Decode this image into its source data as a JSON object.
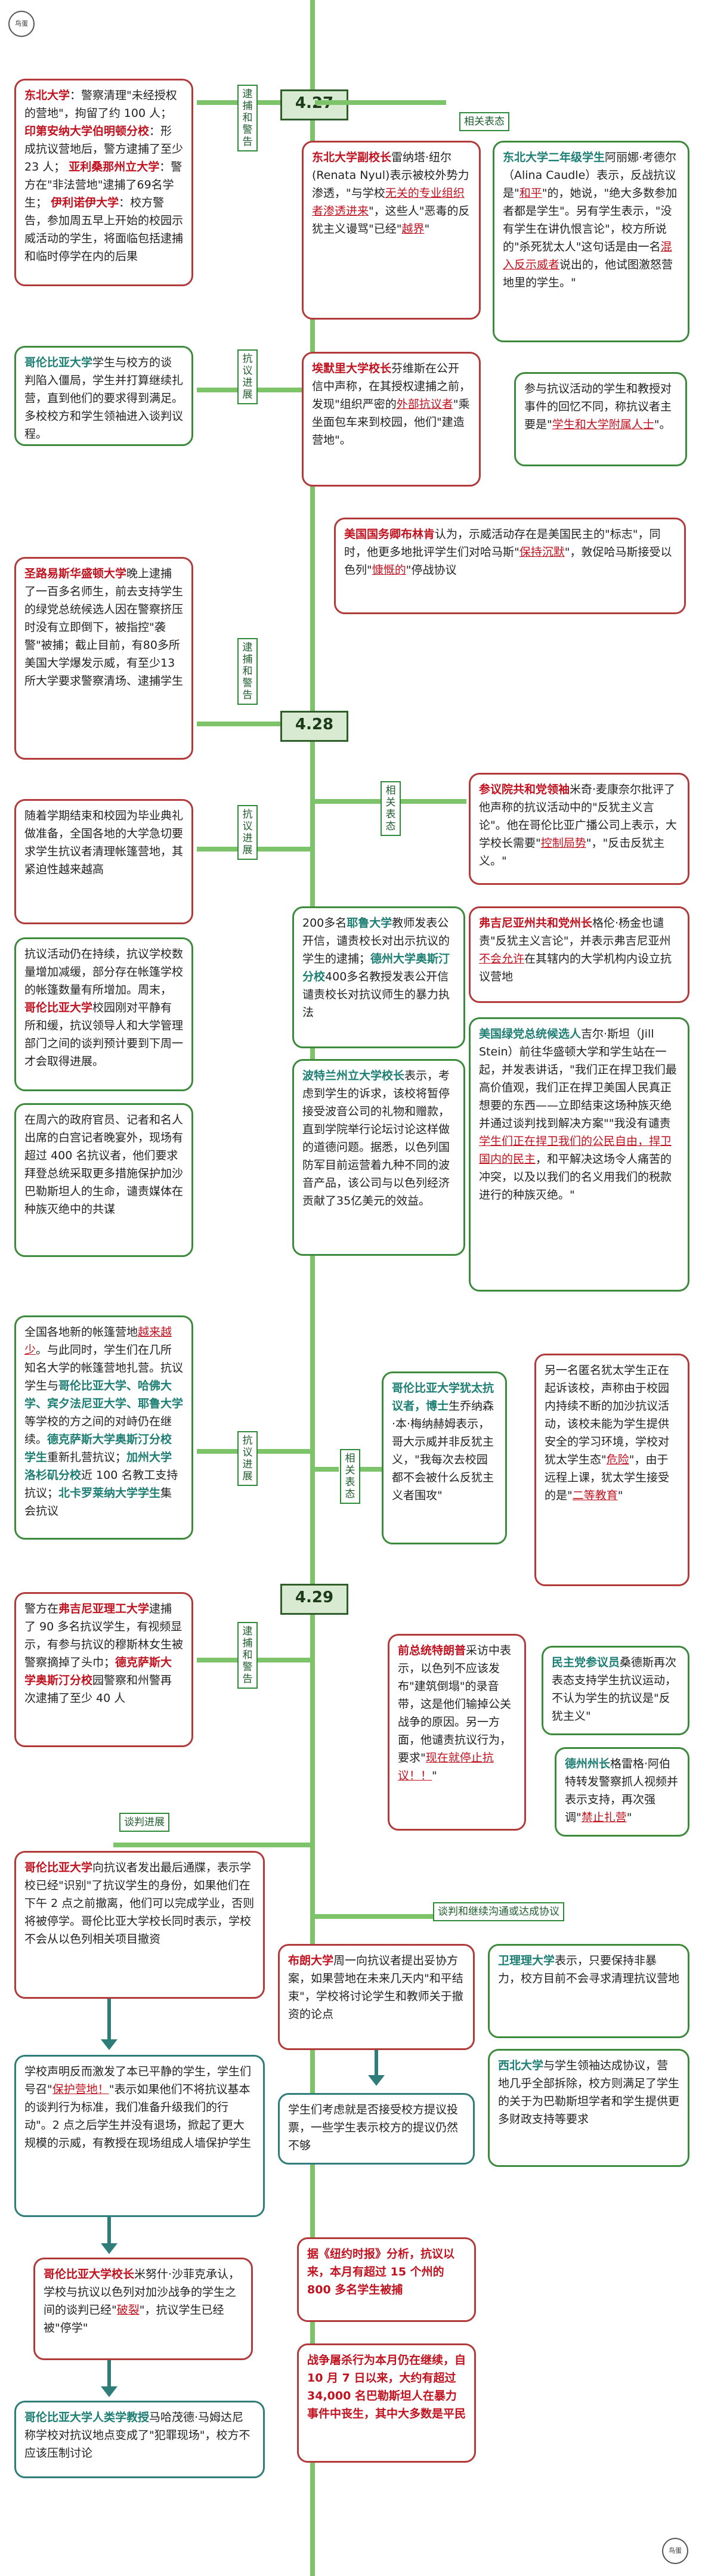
{
  "dates": [
    "4.27",
    "4.28",
    "4.29"
  ],
  "tags": {
    "arrest1": "逮捕和警告",
    "related1": "相关表态",
    "protest1": "抗议进展",
    "arrest2": "逮捕和警告",
    "related2": "相关表态",
    "protest2": "抗议进展",
    "protest3": "抗议进展",
    "related3": "相关表态",
    "arrest3": "逮捕和警告",
    "protest4": "谈判进展",
    "negotiate": "谈判和继续沟通或达成协议"
  },
  "boxes": {
    "b1": {
      "s1": "东北大学",
      "t1": "：警察清理\"未经授权的营地\"，拘留了约 100 人；",
      "s2": "印第安纳大学伯明顿分校",
      "t2": "：形成抗议营地后，警方逮捕了至少 23 人；",
      "s3": "亚利桑那州立大学",
      "t3": "：警方在\"非法营地\"逮捕了69名学生；",
      "s4": "伊利诺伊大学",
      "t4": "：校方警告，参加周五早上开始的校园示威活动的学生，将面临包括逮捕和临时停学在内的后果"
    },
    "b2": {
      "s1": "东北大学副校长",
      "t1": "雷纳塔·纽尔(Renata Nyul)表示被校外势力渗透，\"与学校",
      "u1": "无关的专业组织者渗透进来",
      "t2": "\"，这些人\"恶毒的反犹主义谩骂\"已经\"",
      "u2": "越界",
      "t3": "\""
    },
    "b3": {
      "s1": "东北大学二年级学生",
      "t1": "阿丽娜·考德尔（Alina Caudle）表示，反战抗议是\"",
      "u1": "和平",
      "t2": "\"的，她说，\"绝大多数参加者都是学生\"。另有学生表示，\"没有学生在讲仇恨言论\"，校方所说的\"杀死犹太人\"这句话是由一名",
      "u2": "混入反示威者",
      "t3": "说出的，他试图激怒营地里的学生。\""
    },
    "b4": {
      "s1": "哥伦比亚大学",
      "t1": "学生与校方的谈判陷入僵局，学生并打算继续扎营，直到他们的要求得到满足。多校校方和学生领袖进入谈判议程。"
    },
    "b5": {
      "s1": "埃默里大学校长",
      "t1": "芬维斯在公开信中声称，在其授权逮捕之前，发现\"组织严密的",
      "u1": "外部抗议者",
      "t2": "\"乘坐面包车来到校园，他们\"建造营地\"。"
    },
    "b6": {
      "t1": "参与抗议活动的学生和教授对事件的回忆不同，称抗议者主要是\"",
      "u1": "学生和大学附属人士",
      "t2": "\"。"
    },
    "b7": {
      "s1": "美国国务卿布林肯",
      "t1": "认为，示威活动存在是美国民主的\"标志\"，同时，他更多地批评学生们对哈马斯\"",
      "u1": "保持沉默",
      "t2": "\"，敦促哈马斯接受以色列\"",
      "u2": "慷慨的",
      "t3": "\"停战协议"
    },
    "b8": {
      "s1": "圣路易斯华盛顿大学",
      "t1": "晚上逮捕了一百多名师生，前去支持学生的绿党总统候选人因在警察挤压时没有立即倒下，被指控\"袭警\"被捕；截止目前，有80多所美国大学爆发示威，有至少13所大学要求警察清场、逮捕学生"
    },
    "b9": {
      "s1": "参议院共和党领袖",
      "t1": "米奇·麦康奈尔批评了他声称的抗议活动中的\"反犹主义言论\"。他在哥伦比亚广播公司上表示，大学校长需要\"",
      "u1": "控制局势",
      "t2": "\"，\"反击反犹主义。\""
    },
    "b10": {
      "t1": "随着学期结束和校园为毕业典礼做准备，全国各地的大学急切要求学生抗议者清理帐篷营地，其紧迫性越来越高"
    },
    "b11": {
      "s1": "",
      "t1": "200多名",
      "s2": "耶鲁大学",
      "t2": "教师发表公开信，谴责校长对出示抗议的学生的逮捕；",
      "s3": "德州大学奥斯汀分校",
      "t3": "400多名教授发表公开信谴责校长对抗议师生的暴力执法"
    },
    "b12": {
      "s1": "弗吉尼亚州共和党州长",
      "t1": "格伦·杨金也谴责\"反犹主义言论\"，并表示弗吉尼亚州",
      "u1": "不会允许",
      "t2": "在其辖内的大学机构内设立抗议营地"
    },
    "b13": {
      "t1": "抗议活动仍在持续，抗议学校数量增加减缓，部分存在帐篷学校的帐篷数量有所增加。周末，",
      "s1": "哥伦比亚大学",
      "t2": "校园刚对平静有所和缓，抗议领导人和大学管理部门之间的谈判预计要到下周一才会取得进展。"
    },
    "b14": {
      "s1": "波特兰州立大学校长",
      "t1": "表示，考虑到学生的诉求，该校将暂停接受波音公司的礼物和赠款，直到学院举行论坛讨论这样做的道德问题。据悉，以色列国防军目前运营着九种不同的波音产品，该公司与以色列经济贡献了35亿美元的效益。"
    },
    "b15": {
      "s1": "美国绿党总统候选人",
      "t1": "吉尔·斯坦（Jill Stein）前往华盛顿大学和学生站在一起，并发表讲话，\"我们正在捍卫我们最高价值观，我们正在捍卫美国人民真正想要的东西——立即结束这场种族灭绝并通过谈判找到解决方案\"\"我没有谴责",
      "u1": "学生们正在捍卫我们的公民自由，捍卫国内的民主",
      "t2": "，和平解决这场令人痛苦的冲突，以及以我们的名义用我们的税款进行的种族灭绝。\""
    },
    "b16": {
      "t1": "在周六的政府官员、记者和名人出席的白宫记者晚宴外，现场有超过 400 名抗议者，他们要求拜登总统采取更多措施保护加沙巴勒斯坦人的生命，谴责媒体在种族灭绝中的共谋"
    },
    "b17": {
      "t1": "全国各地新的帐篷营地",
      "u1": "越来越少",
      "t2": "。与此同时，学生们在几所知名大学的帐篷营地扎营。抗议学生与",
      "s1": "哥伦比亚大学、哈佛大学、宾夕法尼亚大学、耶鲁大学",
      "t3": "等学校的方之间的对峙仍在继续。",
      "s2": "德克萨斯大学奥斯汀分校学生",
      "t4": "重新扎营抗议；",
      "s3": "加州大学洛杉矶分校",
      "t5": "近 100 名教工支持抗议；",
      "s4": "北卡罗莱纳大学学生",
      "t6": "集会抗议"
    },
    "b18": {
      "s1": "哥伦比亚大学犹太抗议者，博士",
      "t1": "生乔纳森·本·梅纳赫姆表示，哥大示威并非反犹主义，\"我每次去校园都不会被什么反犹主义者围攻\""
    },
    "b19": {
      "t1": "另一名匿名犹太学生正在起诉该校，声称由于校园内持续不断的加沙抗议活动，该校未能为学生提供安全的学习环境，学校对犹太学生态\"",
      "u1": "危险",
      "t2": "\"，由于远程上课，犹太学生接受的是\"",
      "u2": "二等教育",
      "t3": "\""
    },
    "b20": {
      "t1": "警方在",
      "s1": "弗吉尼亚理工大学",
      "t2": "逮捕了 90 多名抗议学生，有视频显示，有参与抗议的穆斯林女生被警察摘掉了头巾；",
      "s2": "德克萨斯大学奥斯汀分校",
      "t3": "园警察和州警再次逮捕了至少 40 人"
    },
    "b21": {
      "s1": "前总统特朗普",
      "t1": "采访中表示，以色列不应该发布\"建筑倒塌\"的录音带，这是他们输掉公关战争的原因。另一方面，他谴责抗议行为，要求\"",
      "u1": "现在就停止抗议！！",
      "t2": "\""
    },
    "b22": {
      "s1": "民主党参议员",
      "t1": "桑德斯再次表态支持学生抗议运动，不认为学生的抗议是\"反犹主义\""
    },
    "b23": {
      "s1": "德州州长",
      "t1": "格雷格·阿伯特转发警察抓人视频并表示支持，再次强调\"",
      "u1": "禁止扎营",
      "t2": "\""
    },
    "b24": {
      "s1": "哥伦比亚大学",
      "t1": "向抗议者发出最后通牒，表示学校已经\"识别\"了抗议学生的身份，如果他们在下午 2 点之前撤离，他们可以完成学业，否则将被停学。哥伦比亚大学校长同时表示，学校不会从以色列相关项目撤资"
    },
    "b25": {
      "s1": "布朗大学",
      "t1": "周一向抗议者提出妥协方案，如果营地在未来几天内\"和平结束\"，学校将讨论学生和教师关于撤资的论点"
    },
    "b26": {
      "s1": "卫理理大学",
      "t1": "表示，只要保持非暴力，校方目前不会寻求清理抗议营地"
    },
    "b27": {
      "t1": "学校声明反而激发了本已平静的学生，学生们号召\"",
      "u1": "保护营地！",
      "t2": "\"表示如果他们不将抗议基本的谈判行为标准，我们准备升级我们的行动\"。2 点之后学生并没有退场，掀起了更大规模的示威，有教授在现场组成人墙保护学生"
    },
    "b28": {
      "t1": "学生们考虑就是否接受校方提议投票，一些学生表示校方的提议仍然不够"
    },
    "b29": {
      "s1": "西北大学",
      "t1": "与学生领袖达成协议，营地几乎全部拆除，校方则满足了学生的关于为巴勒斯坦学者和学生提供更多财政支持等要求"
    },
    "b30": {
      "s1": "哥伦比亚大学校长",
      "t1": "米努什·沙菲克承认，学校与抗议以色列对加沙战争的学生之间的谈判已经\"",
      "u1": "破裂",
      "t2": "\"，抗议学生已经被\"停学\""
    },
    "b31": {
      "t1": "据《纽约时报》分析，抗议以来，本月有超过 15 个州的800 多名学生被捕"
    },
    "b32": {
      "t1": "战争屠杀行为本月仍在继续，自 10 月 7 日以来，大约有超过 34,000 名巴勒斯坦人在暴力事件中丧生，其中大多数是平民"
    },
    "b33": {
      "s1": "哥伦比亚大学人类学教授",
      "t1": "马哈茂德·马姆达尼称学校对抗议地点变成了\"犯罪现场\"，校方不应该压制讨论"
    }
  },
  "logo_text": "鸟蛋"
}
